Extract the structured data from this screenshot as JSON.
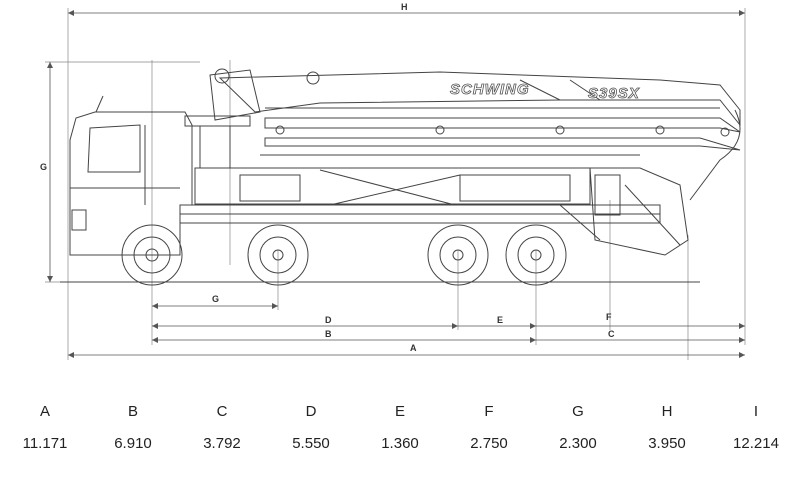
{
  "drawing": {
    "brand_text": "SCHWING",
    "model_text": "S39SX",
    "dimension_labels": {
      "H": "H",
      "G_vert": "G",
      "G_horiz": "G",
      "D": "D",
      "E": "E",
      "F": "F",
      "B": "B",
      "C": "C",
      "A": "A"
    }
  },
  "dimensions": [
    {
      "label": "A",
      "value": "11.171"
    },
    {
      "label": "B",
      "value": "6.910"
    },
    {
      "label": "C",
      "value": "3.792"
    },
    {
      "label": "D",
      "value": "5.550"
    },
    {
      "label": "E",
      "value": "1.360"
    },
    {
      "label": "F",
      "value": "2.750"
    },
    {
      "label": "G",
      "value": "2.300"
    },
    {
      "label": "H",
      "value": "3.950"
    },
    {
      "label": "I",
      "value": "12.214"
    }
  ]
}
